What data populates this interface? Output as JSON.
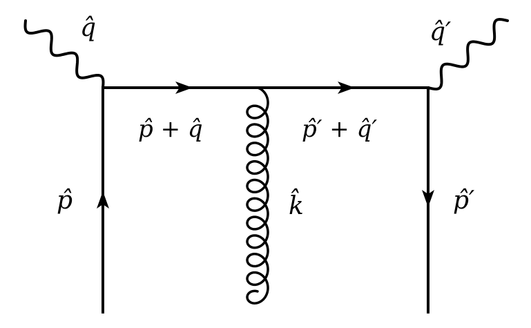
{
  "diagram": {
    "labels": {
      "photon_in": "q̂",
      "photon_out": "q̂′",
      "quark_in": "p̂",
      "quark_out": "p̂′",
      "propagator_left": "p̂ + q̂",
      "propagator_right": "p̂′ + q̂′",
      "gluon": "k̂"
    },
    "line_color": "#000000",
    "background": "#ffffff"
  }
}
